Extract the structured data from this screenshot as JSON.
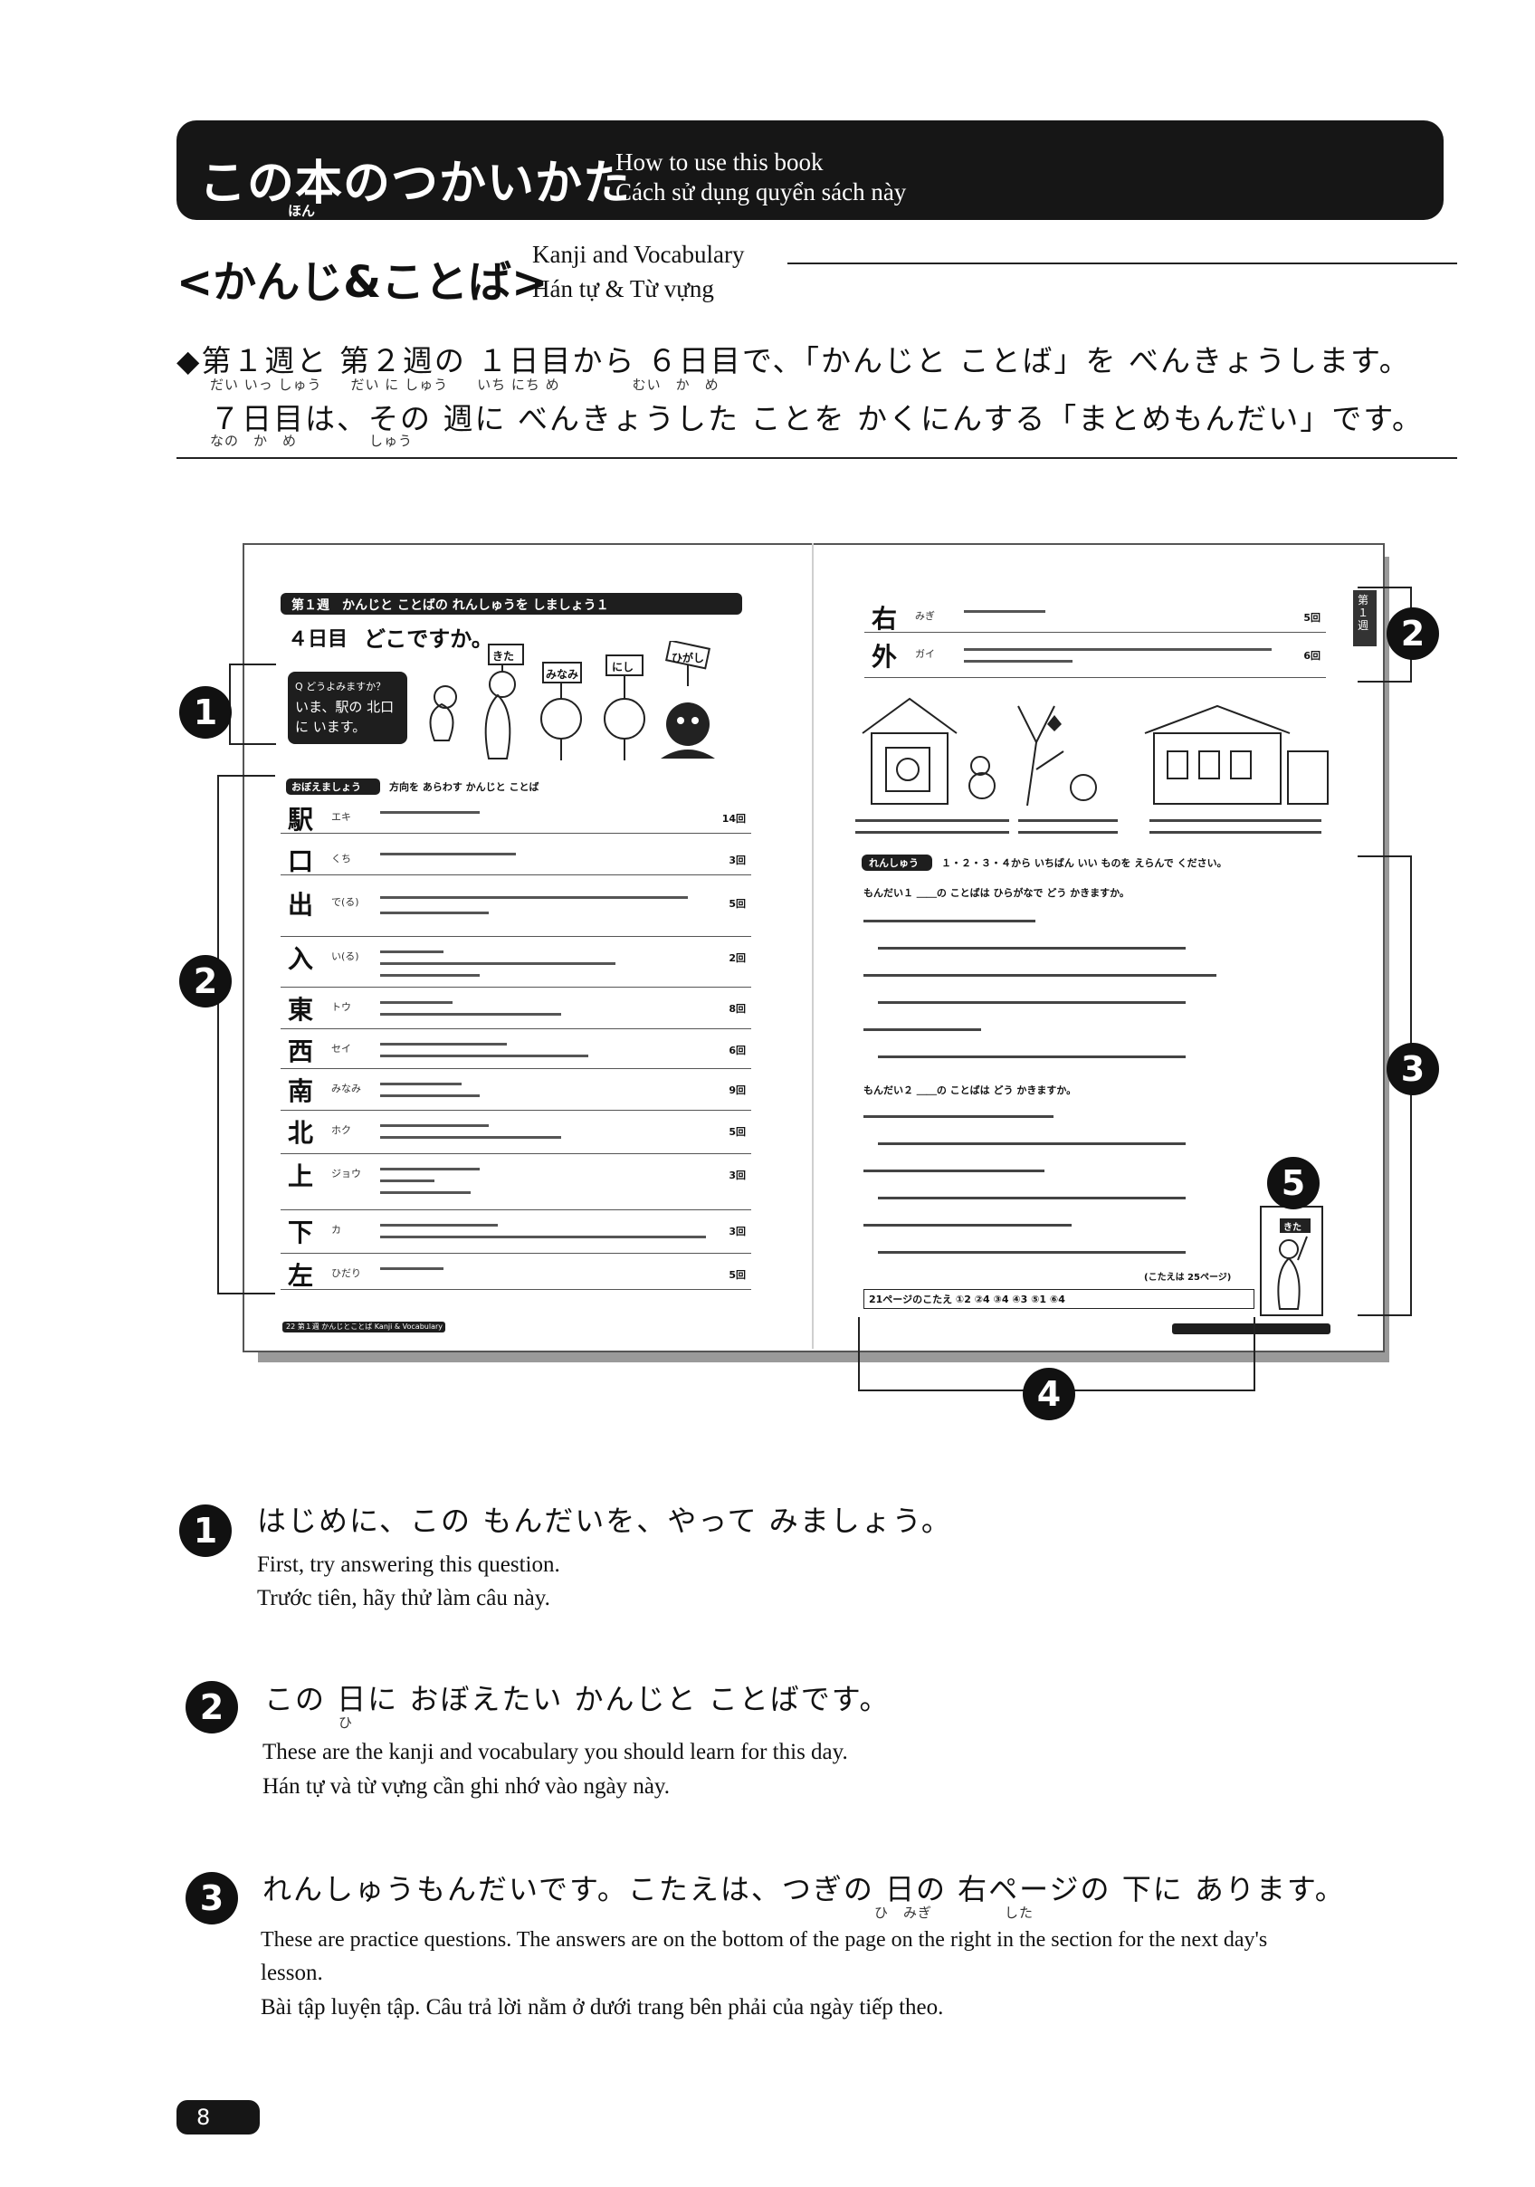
{
  "header": {
    "title": "この本のつかいかた",
    "title_ruby": "ほん",
    "subtitle_en": "How to use this book",
    "subtitle_vi": "Cách sử dụng quyển sách này"
  },
  "section": {
    "title": "<かんじ&ことば>",
    "title_en": "Kanji and Vocabulary",
    "title_vi": "Hán tự & Từ vựng"
  },
  "intro": {
    "line1": "◆第１週と 第２週の １日目から ６日目で、「かんじと ことば」を べんきょうします。",
    "line1_ruby": "だい いっ しゅう　　だい に しゅう　　いち にち め　　　　　むい　か　め",
    "line2": "７日目は、その 週に べんきょうした ことを かくにんする「まとめもんだい」です。",
    "line2_ruby": "なの　か　め　　　　　しゅう"
  },
  "sample": {
    "left_page": {
      "banner": "第１週　かんじと ことばの れんしゅうを しましょう１",
      "day_label": "４日目",
      "day_title": "どこですか。",
      "question_label": "Q どうよみますか？",
      "question_text": "いま、駅の 北口に います。",
      "signs": [
        "きた",
        "みなみ",
        "にし",
        "ひがし"
      ],
      "oboe_label": "おぼえましょう",
      "oboe_desc": "方向を あらわす かんじと ことば",
      "kanji_rows": [
        {
          "kanji": "駅",
          "reading": "エキ",
          "page": "14回"
        },
        {
          "kanji": "口",
          "reading": "くち",
          "page": "3回"
        },
        {
          "kanji": "出",
          "reading": "で(る)",
          "page": "5回"
        },
        {
          "kanji": "入",
          "reading": "い(る)",
          "page": "2回"
        },
        {
          "kanji": "東",
          "reading": "トウ",
          "page": "8回"
        },
        {
          "kanji": "西",
          "reading": "セイ",
          "page": "6回"
        },
        {
          "kanji": "南",
          "reading": "みなみ",
          "page": "9回"
        },
        {
          "kanji": "北",
          "reading": "ホク",
          "page": "5回"
        },
        {
          "kanji": "上",
          "reading": "ジョウ",
          "page": "3回"
        },
        {
          "kanji": "下",
          "reading": "カ",
          "page": "3回"
        },
        {
          "kanji": "左",
          "reading": "ひだり",
          "page": "5回"
        }
      ],
      "footer": "22 第１週 かんじとことば Kanji & Vocabulary"
    },
    "right_page": {
      "top_rows": [
        {
          "kanji": "右",
          "reading": "みぎ",
          "page": "5回"
        },
        {
          "kanji": "外",
          "reading": "ガイ",
          "page": "6回"
        }
      ],
      "renshu_label": "れんしゅう",
      "renshu_instruction": "１・２・３・４から いちばん いい ものを えらんで ください。",
      "mondai1": "もんだい１ ＿＿の ことばは ひらがなで どう かきますか。",
      "mondai2": "もんだい２ ＿＿の ことばは どう かきますか。",
      "answer_note": "(こたえは 25ページ)",
      "answers": "21ページのこたえ ①2 ②4 ③4 ④3 ⑤1 ⑥4",
      "side_tab": "第１週",
      "mascot_sign": "きた"
    }
  },
  "callouts": [
    "1",
    "2",
    "3",
    "4",
    "5"
  ],
  "explanations": [
    {
      "num": "1",
      "jp": "はじめに、この もんだいを、やって みましょう。",
      "jp_ruby": "",
      "en": "First, try answering this question.",
      "vi": "Trước tiên, hãy thử làm câu này."
    },
    {
      "num": "2",
      "jp": "この 日に おぼえたい かんじと ことばです。",
      "jp_ruby": "ひ",
      "en": "These are the kanji and vocabulary you should learn for this day.",
      "vi": "Hán tự và từ vựng cần ghi nhớ vào ngày này."
    },
    {
      "num": "3",
      "jp": "れんしゅうもんだいです。こたえは、つぎの 日の 右ページの 下に あります。",
      "jp_ruby": "ひ　みぎ　　　　　した",
      "en": "These are practice questions. The answers are on the bottom of the page on the right in the section for the next day's",
      "en2": "lesson.",
      "vi": "Bài tập luyện tập. Câu trả lời nằm ở dưới trang bên phải của ngày tiếp theo."
    }
  ],
  "page_number": "8"
}
